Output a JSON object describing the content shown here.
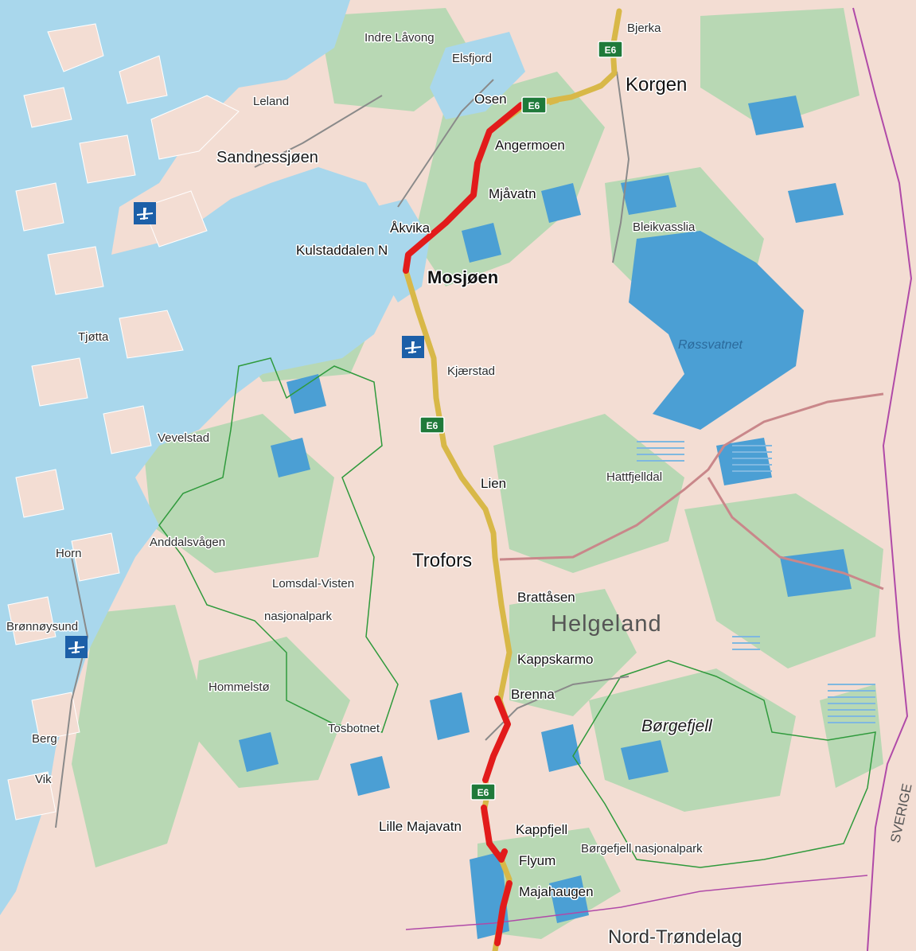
{
  "colors": {
    "sea": "#a9d7ec",
    "land_pink": "#f3ddd3",
    "land_green": "#b8d8b4",
    "lake": "#4b9fd4",
    "road_yellow": "#d8b848",
    "road_red": "#e21b1b",
    "regional_road": "#c9878a",
    "border_purple": "#b04aa8",
    "park_green": "#2f9a3c",
    "e6_sign": "#1f7a3a"
  },
  "road_sign": "E6",
  "labels": {
    "indre_lavong": "Indre Låvong",
    "elsfjord": "Elsfjord",
    "bjerka": "Bjerka",
    "korgen": "Korgen",
    "leland": "Leland",
    "osen": "Osen",
    "angermoen": "Angermoen",
    "sandnessjoen": "Sandnessjøen",
    "mjavatn": "Mjåvatn",
    "akvika": "Åkvika",
    "bleikvasslia": "Bleikvasslia",
    "kulstaddalen": "Kulstaddalen N",
    "mosjoen": "Mosjøen",
    "tjotta": "Tjøtta",
    "rossvatnet": "Røssvatnet",
    "kjaerstad": "Kjærstad",
    "vevelstad": "Vevelstad",
    "lien": "Lien",
    "hattfjelldal": "Hattfjelldal",
    "horn": "Horn",
    "anddalsvagen": "Anddalsvågen",
    "trofors": "Trofors",
    "lomsdal_visten": "Lomsdal-Visten",
    "brattasen": "Brattåsen",
    "nasjonalpark": "nasjonalpark",
    "helgeland": "Helgeland",
    "bronnoysund": "Brønnøysund",
    "kappskarmo": "Kappskarmo",
    "hommelsto": "Hommelstø",
    "brenna": "Brenna",
    "borgefjell": "Børgefjell",
    "tosbotnet": "Tosbotnet",
    "berg": "Berg",
    "vik": "Vik",
    "sverige": "SVERIGE",
    "lille_majavatn": "Lille Majavatn",
    "kappfjell": "Kappfjell",
    "borgefjell_np": "Børgefjell nasjonalpark",
    "flyum": "Flyum",
    "majahaugen": "Majahaugen",
    "nord_trondelag": "Nord-Trøndelag"
  },
  "icons": [
    "airport-icon",
    "airport-icon",
    "airport-icon"
  ]
}
